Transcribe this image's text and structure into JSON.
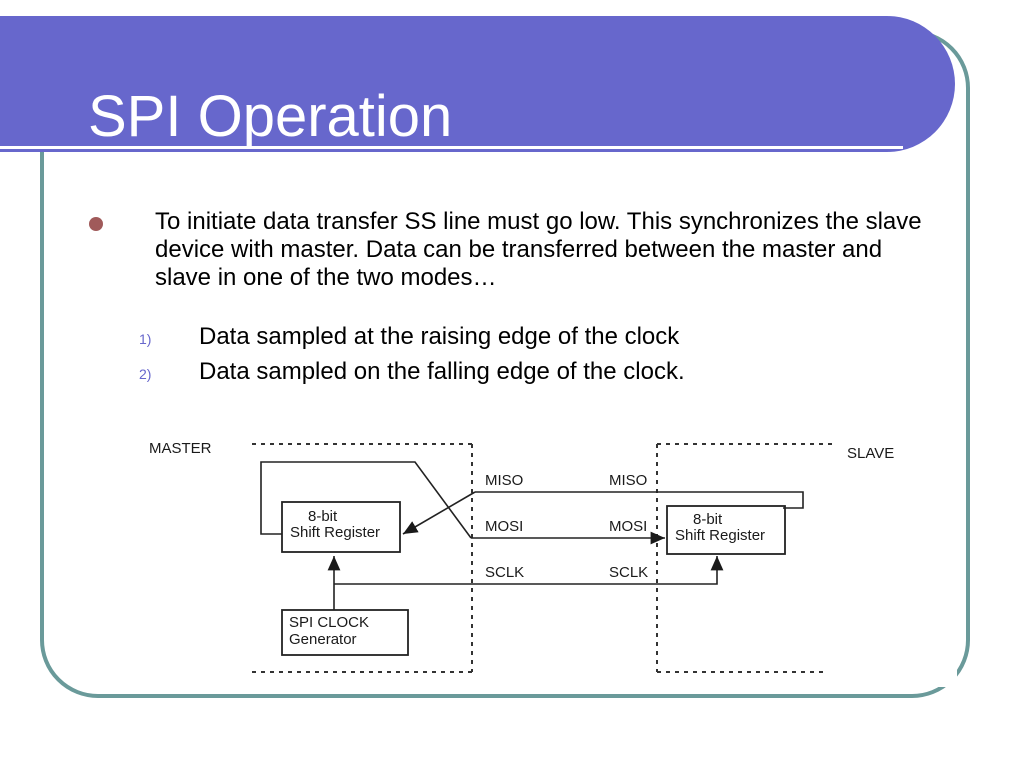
{
  "slide": {
    "title": "SPI Operation",
    "bullet": "To initiate data transfer SS line must go low. This synchronizes the slave device with master.  Data can be transferred between the master and slave in one of the two modes…",
    "sub_items": [
      {
        "num": "1)",
        "text": "Data sampled at the raising edge of the clock"
      },
      {
        "num": "2)",
        "text": "Data sampled on the falling edge of the clock."
      }
    ]
  },
  "diagram": {
    "master_label": "MASTER",
    "slave_label": "SLAVE",
    "master_register": [
      "8-bit",
      "Shift Register"
    ],
    "slave_register": [
      "8-bit",
      "Shift Register"
    ],
    "clock_generator": [
      "SPI CLOCK",
      "Generator"
    ],
    "signals": {
      "miso_left": "MISO",
      "miso_right": "MISO",
      "mosi_left": "MOSI",
      "mosi_right": "MOSI",
      "sclk_left": "SCLK",
      "sclk_right": "SCLK"
    }
  },
  "colors": {
    "title_bar": "#6767cc",
    "frame_border": "#6a9a9a",
    "bullet_dot": "#a05a5a",
    "sub_number": "#6767cc"
  }
}
